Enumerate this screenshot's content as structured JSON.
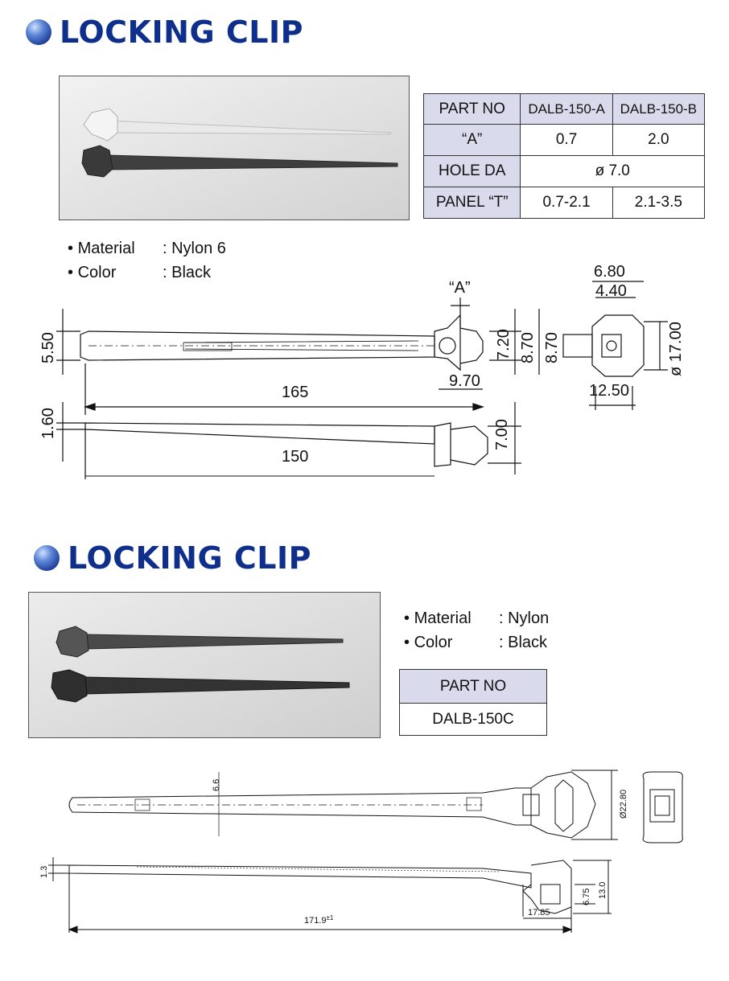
{
  "section1": {
    "title": "LOCKING CLIP",
    "table": {
      "header": [
        "PART NO",
        "DALB-150-A",
        "DALB-150-B"
      ],
      "rows": [
        [
          "“A”",
          "0.7",
          "2.0"
        ],
        [
          "HOLE DA",
          "ø 7.0"
        ],
        [
          "PANEL “T”",
          "0.7-2.1",
          "2.1-3.5"
        ]
      ]
    },
    "specs": [
      {
        "label": "Material",
        "value": ": Nylon 6"
      },
      {
        "label": "Color",
        "value": ": Black"
      }
    ],
    "dimensions": {
      "a_label": "“A”",
      "d550": "5.50",
      "d165": "165",
      "d970": "9.70",
      "d720": "7.20",
      "d870a": "8.70",
      "d870b": "8.70",
      "d680": "6.80",
      "d440": "4.40",
      "d1700": "ø 17.00",
      "d1250": "12.50",
      "d160": "1.60",
      "d150": "150",
      "d700": "7.00"
    }
  },
  "section2": {
    "title": "LOCKING CLIP",
    "specs": [
      {
        "label": "Material",
        "value": ": Nylon"
      },
      {
        "label": "Color",
        "value": ": Black"
      }
    ],
    "table": {
      "header": "PART NO",
      "value": "DALB-150C"
    },
    "dimensions": {
      "d66": "6.6",
      "d2280": "Ø22.80",
      "d13": "1.3",
      "d675": "6.75",
      "d130": "13.0",
      "d1785": "17.85",
      "d1719": "171.9",
      "d1719_tol": "±1"
    }
  }
}
